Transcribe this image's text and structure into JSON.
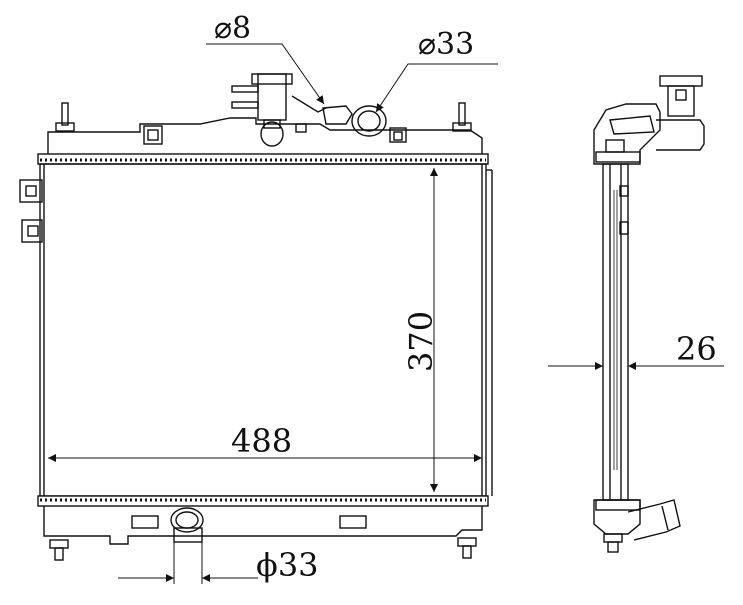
{
  "dimensions": {
    "top_small_inlet": "⌀8",
    "top_large_inlet": "⌀33",
    "core_height": "370",
    "core_width": "488",
    "bottom_outlet": "ϕ33",
    "side_depth": "26"
  },
  "colors": {
    "line": "#111111",
    "background": "#ffffff"
  }
}
